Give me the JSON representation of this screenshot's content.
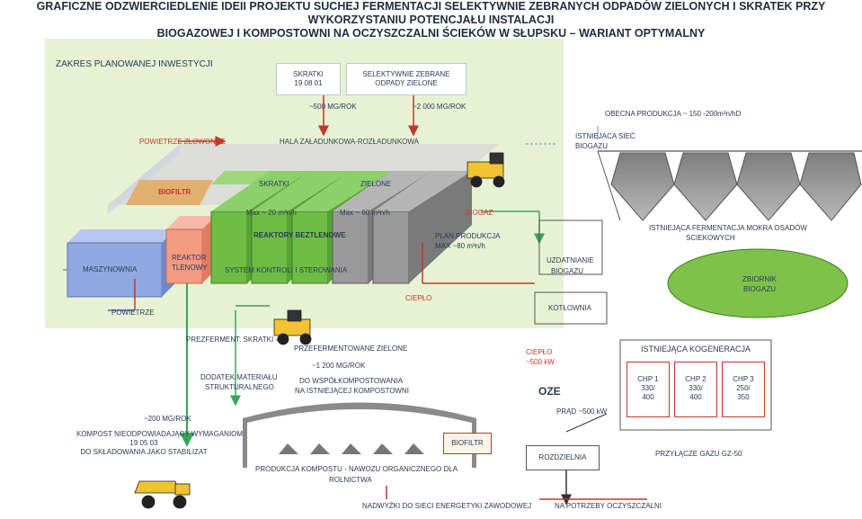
{
  "title_line1": "GRAFICZNE ODZWIERCIEDLENIE IDEII PROJEKTU SUCHEJ FERMENTACJI SELEKTYWNIE ZEBRANYCH ODPADÓW ZIELONYCH I SKRATEK PRZY WYKORZYSTANIU POTENCJAŁU INSTALACJI",
  "title_line2": "BIOGAZOWEJ I KOMPOSTOWNI NA OCZYSZCZALNI ŚCIEKÓW W SŁUPSKU – WARIANT OPTYMALNY",
  "zone_label": "ZAKRES PLANOWANEJ INWESTYCJI",
  "input_skratki_l1": "SKRATKI",
  "input_skratki_l2": "19 08 01",
  "input_zielone_l1": "SELEKTYWNIE ZEBRANE",
  "input_zielone_l2": "ODPADY ZIELONE",
  "qty_skratki": "~500 MG/ROK",
  "qty_zielone": "~2 000 MG/ROK",
  "obecna_produkcja": "OBECNA PRODUKCJA ~ 150 -200m³n/hD",
  "powietrze_zlowonne": "POWIETRZE ZŁOWONNE",
  "hala": "HALA ZAŁADUNKOWA-ROZŁADUNKOWA",
  "istniejaca_siec_l1": "ISTNIEJACA SIEĆ",
  "istniejaca_siec_l2": "BIOGAZU",
  "biofiltr": "BIOFILTR",
  "skratki_label": "SKRATKI",
  "zielone_label": "ZIELONE",
  "max_20": "Max ~ 20 m³n/h",
  "max_60": "Max ~ 60 m³n/h",
  "biogaz": "BIOGAZ",
  "reaktory": "REAKTORY BEZTLENOWE",
  "plan_prod_l1": "PLAN.PRODUKCJA",
  "plan_prod_l2": "MAX ~80 m³n/h",
  "ferment_l1": "ISTNIEJĄCA FERMENTACJA MOKRA OSADÓW",
  "ferment_l2": "SCIEKOWYCH",
  "maszynownia": "MASZYNOWNIA",
  "reaktor_l1": "REAKTOR",
  "reaktor_l2": "TLENOWY",
  "system": "SYSTEM KONTROLI I STEROWANIA",
  "uzdatnianie_l1": "UZDATNIANIE",
  "uzdatnianie_l2": "BIOGAZU",
  "zbiornik_l1": "ZBIORNIK",
  "zbiornik_l2": "BIOGAZU",
  "cieplo": "CIEPŁO",
  "powietrze": "POWIETRZE",
  "kotlownia": "KOTŁOWNIA",
  "preferment": "PREZFERMENT. SKRATKI +",
  "dodatek_l1": "DODATEK MATERIAŁU",
  "dodatek_l2": "STRUKTURALNEGO",
  "przeferm_zielone": "PRZEFERMENTOWANE ZIELONE",
  "qty_1200": "~1 200 MG/ROK",
  "do_kompost_l1": "DO WSPÓŁKOMPOSTOWANIA",
  "do_kompost_l2": "NA ISTNIEJĄCEJ KOMPOSTOWNI",
  "cieplo500_l1": "CIEPŁO",
  "cieplo500_l2": "~500 kW",
  "oze": "OZE",
  "kogeneracja": "ISTNIEJĄCA KOGENERACJA",
  "chp": [
    {
      "l1": "CHP 1",
      "l2": "330/",
      "l3": "400"
    },
    {
      "l1": "CHP 2",
      "l2": "330/",
      "l3": "400"
    },
    {
      "l1": "CHP 3",
      "l2": "250/",
      "l3": "350"
    }
  ],
  "prad": "PRĄD ~500 kW",
  "qty_200": "~200 MG/ROK",
  "kompost_l1": "KOMPOST NIEODPOWIADAJĄCY WYMAGANIOM",
  "kompost_l2": "19 05 03",
  "kompost_l3": "DO SKŁADOWANIA  JAKO STABILIZAT",
  "biofiltr2": "BIOFILTR",
  "rozdzielnia": "ROZDZIELNIA",
  "przylacze": "PRZYŁĄCZE GAZU GZ-50",
  "produkcja_l1": "PRODUKCJA KOMPOSTU - NAWOZU ORGANICZNEGO  DLA",
  "produkcja_l2": "ROLNICTWA",
  "nadwyzki": "NADWYŻKI DO SIECI ENERGETYKI ZAWODOWEJ",
  "potrzeby": "NA POTRZEBY OCZYSZCZALNI",
  "colors": {
    "zone": "#e6f2d3",
    "red": "#c0392b",
    "green": "#6dbd45",
    "blue": "#8fa8e0",
    "salmon": "#f39b80",
    "grey": "#8a8a8a"
  }
}
